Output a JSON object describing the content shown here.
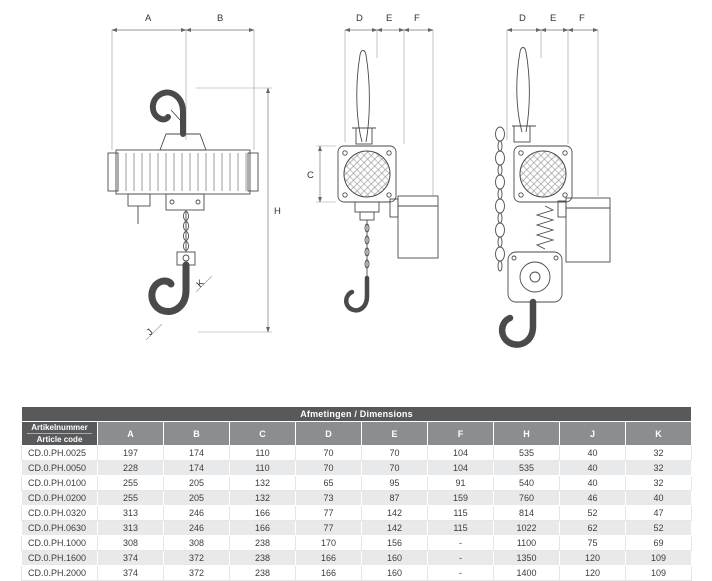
{
  "drawings": {
    "front_view": {
      "labels": {
        "a": "A",
        "b": "B",
        "h": "H",
        "j": "J",
        "k": "K"
      }
    },
    "side_view_1": {
      "labels": {
        "d": "D",
        "e": "E",
        "f": "F",
        "c": "C"
      }
    },
    "side_view_2": {
      "labels": {
        "d": "D",
        "e": "E",
        "f": "F"
      }
    }
  },
  "table": {
    "title": "Afmetingen / Dimensions",
    "article_col": {
      "line1": "Artikelnummer",
      "line2": "Article code"
    },
    "dim_columns": [
      "A",
      "B",
      "C",
      "D",
      "E",
      "F",
      "H",
      "J",
      "K"
    ],
    "rows": [
      {
        "code": "CD.0.PH.0025",
        "values": [
          "197",
          "174",
          "110",
          "70",
          "70",
          "104",
          "535",
          "40",
          "32"
        ]
      },
      {
        "code": "CD.0.PH.0050",
        "values": [
          "228",
          "174",
          "110",
          "70",
          "70",
          "104",
          "535",
          "40",
          "32"
        ]
      },
      {
        "code": "CD.0.PH.0100",
        "values": [
          "255",
          "205",
          "132",
          "65",
          "95",
          "91",
          "540",
          "40",
          "32"
        ]
      },
      {
        "code": "CD.0.PH.0200",
        "values": [
          "255",
          "205",
          "132",
          "73",
          "87",
          "159",
          "760",
          "46",
          "40"
        ]
      },
      {
        "code": "CD.0.PH.0320",
        "values": [
          "313",
          "246",
          "166",
          "77",
          "142",
          "115",
          "814",
          "52",
          "47"
        ]
      },
      {
        "code": "CD.0.PH.0630",
        "values": [
          "313",
          "246",
          "166",
          "77",
          "142",
          "115",
          "1022",
          "62",
          "52"
        ]
      },
      {
        "code": "CD.0.PH.1000",
        "values": [
          "308",
          "308",
          "238",
          "170",
          "156",
          "-",
          "1100",
          "75",
          "69"
        ]
      },
      {
        "code": "CD.0.PH.1600",
        "values": [
          "374",
          "372",
          "238",
          "166",
          "160",
          "-",
          "1350",
          "120",
          "109"
        ]
      },
      {
        "code": "CD.0.PH.2000",
        "values": [
          "374",
          "372",
          "238",
          "166",
          "160",
          "-",
          "1400",
          "120",
          "109"
        ]
      }
    ]
  }
}
